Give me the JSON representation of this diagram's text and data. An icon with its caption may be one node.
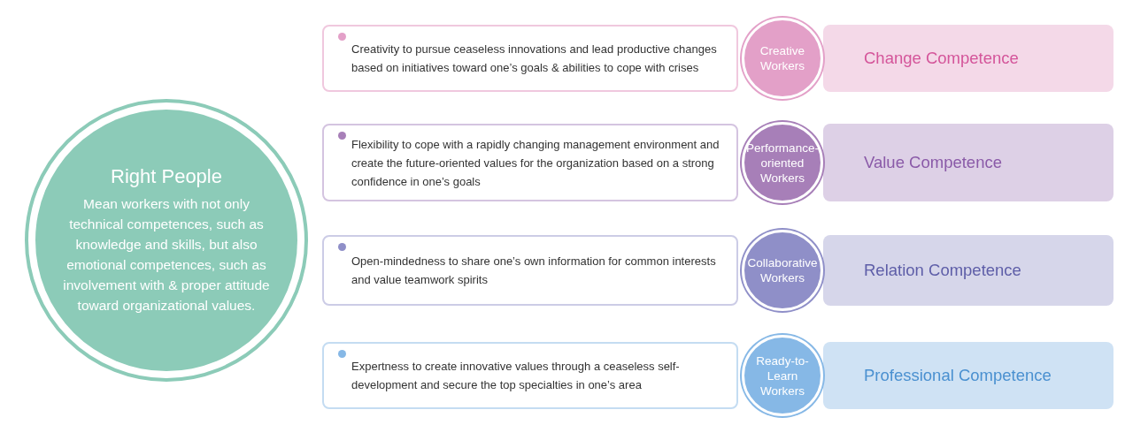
{
  "diagram": {
    "nodes": [
      {
        "text": [
          "Right People",
          "Mean workers with not only technical competences, such as knowledge and skills, but also emotional competences, such as involvement with & proper attitude toward organizational values."
        ]
      },
      {
        "text": [
          "Creativity to pursue ceaseless innovations and lead productive changes based on initiatives toward one’s goals & abilities to cope with crises"
        ]
      },
      {
        "text": [
          "Creative Workers"
        ]
      },
      {
        "text": [
          "Change Competence"
        ]
      },
      {
        "text": [
          "Flexibility to cope with a rapidly changing management environment and create the future-oriented values for the organization based on a strong confidence in one’s goals"
        ]
      },
      {
        "text": [
          "Performance-oriented Workers"
        ]
      },
      {
        "text": [
          "Value Competence"
        ]
      },
      {
        "text": [
          "Open-mindedness to share one’s own information for common interests and value teamwork spirits"
        ]
      },
      {
        "text": [
          "Collaborative Workers"
        ]
      },
      {
        "text": [
          "Relation Competence"
        ]
      },
      {
        "text": [
          "Expertness to create innovative values through a ceaseless self-development and secure the top specialties in one’s area"
        ]
      },
      {
        "text": [
          "Ready-to-Learn Workers"
        ]
      },
      {
        "text": [
          "Professional Competence"
        ]
      }
    ],
    "edges": []
  }
}
